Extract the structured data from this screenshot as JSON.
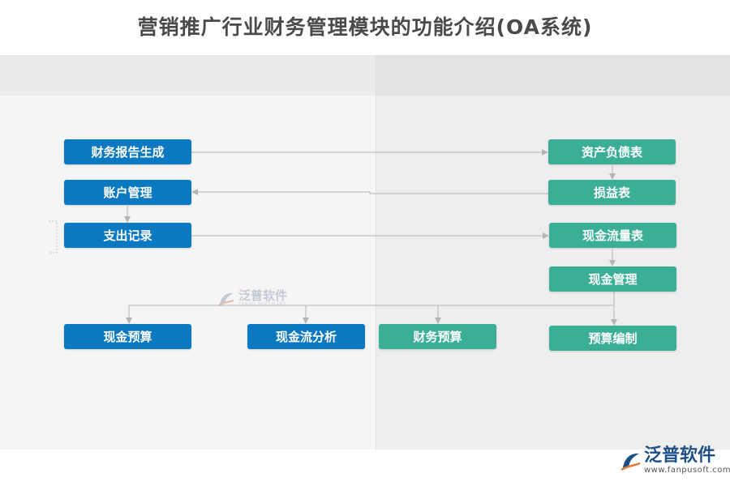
{
  "title": "营销推广行业财务管理模块的功能介绍(OA系统)",
  "nodes": {
    "financial_report_gen": "财务报告生成",
    "account_mgmt": "账户管理",
    "expense_record": "支出记录",
    "balance_sheet": "资产负债表",
    "income_statement": "损益表",
    "cash_flow_statement": "现金流量表",
    "cash_mgmt": "现金管理",
    "cash_budget": "现金预算",
    "cash_flow_analysis": "现金流分析",
    "financial_budget": "财务预算",
    "budget_preparation": "预算编制"
  },
  "watermark": {
    "text": "泛普软件",
    "sub": "FANPU SOFTWARE"
  },
  "logo": {
    "text": "泛普软件",
    "url": "www.fanpusoft.com"
  },
  "colors": {
    "blue": "#0b78c2",
    "green": "#3aaf96",
    "line": "#b5b5b5"
  }
}
